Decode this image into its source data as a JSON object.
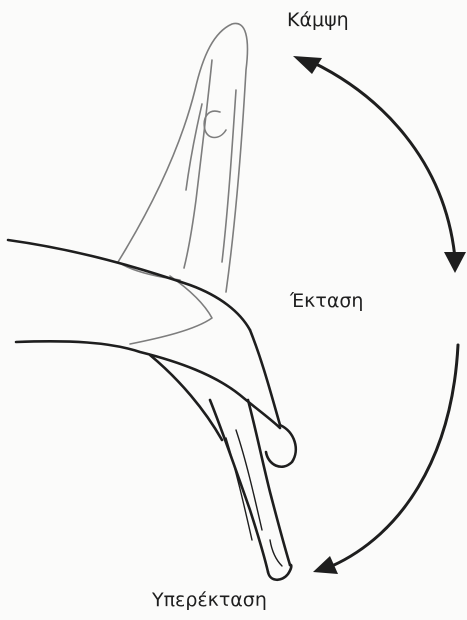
{
  "labels": {
    "flexion": "Κάμψη",
    "extension": "Έκταση",
    "hyperextension": "Υπερέκταση"
  },
  "colors": {
    "ink": "#1e1e1e",
    "light_ink": "#7d7d7d",
    "paper": "#fbfbfa"
  }
}
